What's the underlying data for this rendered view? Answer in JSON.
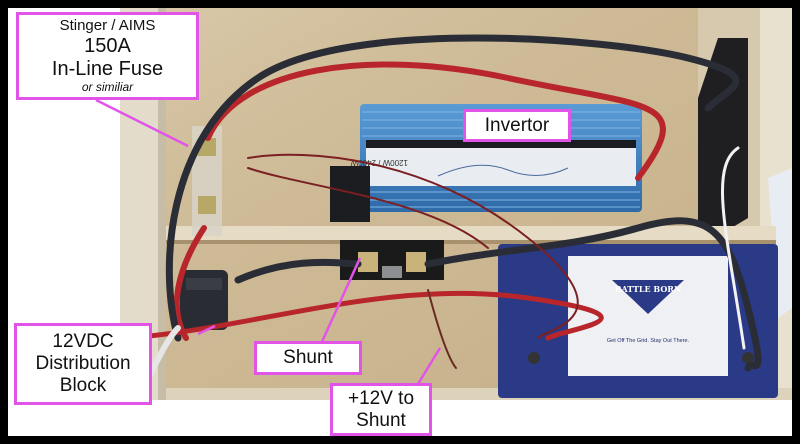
{
  "callouts": {
    "fuse": {
      "line1": "Stinger / AIMS",
      "line2": "150A",
      "line3": "In-Line Fuse",
      "line4": "or similiar"
    },
    "invertor": {
      "label": "Invertor"
    },
    "distribution": {
      "line1": "12VDC",
      "line2": "Distribution",
      "line3": "Block"
    },
    "shunt": {
      "label": "Shunt"
    },
    "plus12v": {
      "line1": "+12V to",
      "line2": "Shunt"
    }
  },
  "colors": {
    "callout_border": "#e254e8",
    "frame": "#000000",
    "plywood": "#cdb995",
    "inverter_blue": "#3d7fc0",
    "battery_blue": "#2b3a86",
    "red_cable": "#b8262b",
    "black_cable": "#2a2d36"
  },
  "photo": {
    "battery_brand": "BATTLE BORN",
    "battery_tagline": "Get Off The Grid. Stay Out There.",
    "inverter_rating": "1200W / 2400W"
  }
}
